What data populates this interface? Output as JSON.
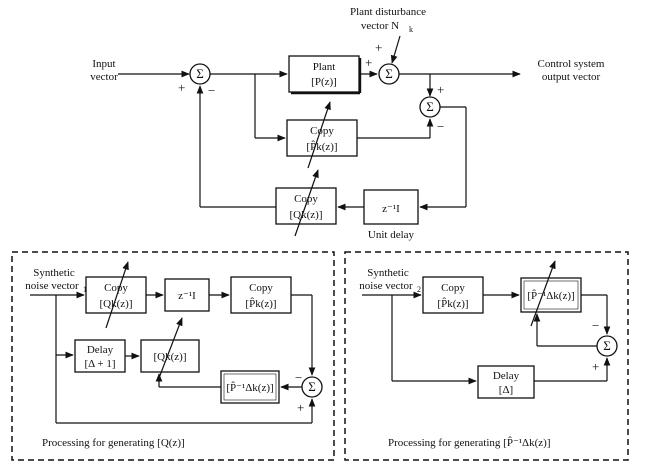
{
  "labels": {
    "input_vector_1": "Input",
    "input_vector_2": "vector",
    "disturbance_1": "Plant disturbance",
    "disturbance_2": "vector N",
    "disturbance_sub": "k",
    "output_1": "Control system",
    "output_2": "output vector",
    "unit_delay": "Unit delay",
    "synthetic_noise_1a": "Synthetic",
    "synthetic_noise_1b": "noise vector",
    "synthetic_noise_1_sub": "1",
    "synthetic_noise_2a": "Synthetic",
    "synthetic_noise_2b": "noise vector",
    "synthetic_noise_2_sub": "2",
    "processing_q": "Processing for generating [Q(z)]",
    "processing_p": "Processing for generating [P̂⁻¹Δk(z)]"
  },
  "blocks": {
    "plant_title": "Plant",
    "plant_tf": "[P(z)]",
    "copy": "Copy",
    "p_hat": "[P̂k(z)]",
    "q_k": "[Qk(z)]",
    "z_inv": "z⁻¹I",
    "delay": "Delay",
    "delta_plus_one": "[Δ + 1]",
    "delta": "[Δ]",
    "p_inv": "[P̂⁻¹Δk(z)]"
  },
  "symbols": {
    "sigma": "Σ",
    "plus": "+",
    "minus": "−"
  }
}
